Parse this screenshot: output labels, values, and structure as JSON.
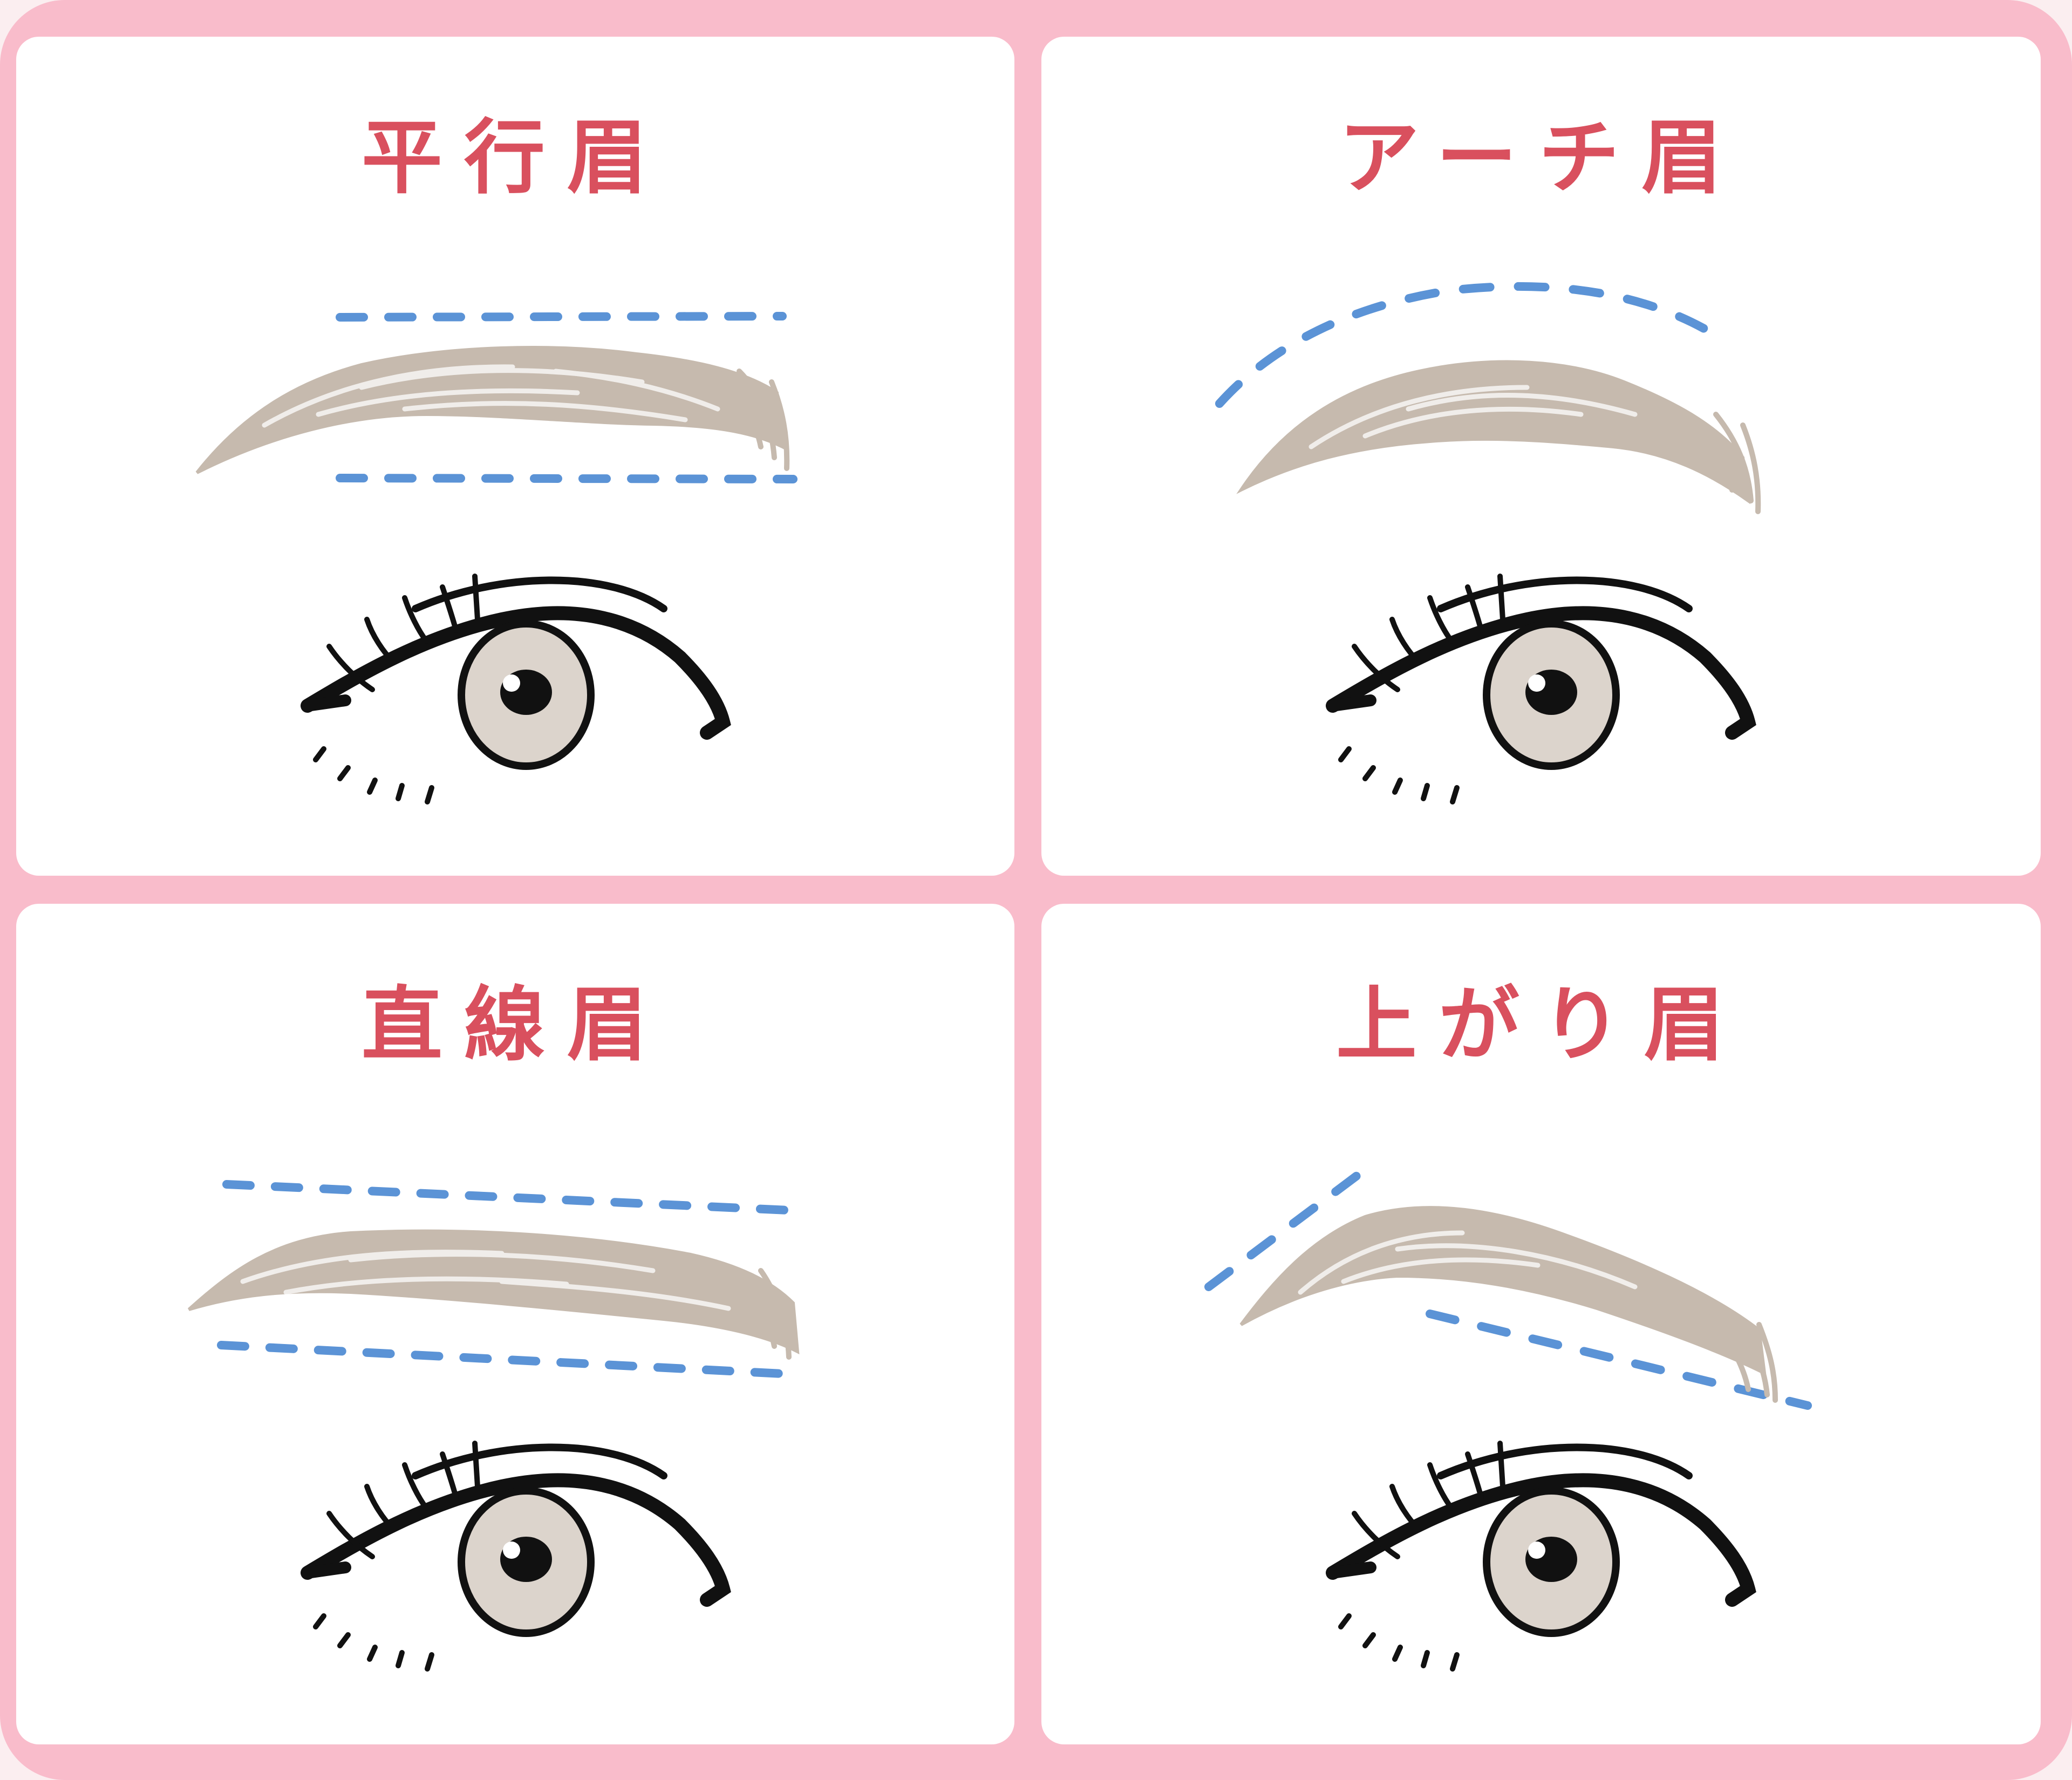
{
  "colors": {
    "frame": "#f9bccb",
    "panel": "#ffffff",
    "title": "#d9505e",
    "brow": "#c6baae",
    "guide": "#5b93d6",
    "eyeline": "#111111",
    "iris": "#dcd4cc"
  },
  "panels": [
    {
      "id": "parallel",
      "title": "平行眉",
      "guide_style": "two horizontal dashed parallel lines above and below brow"
    },
    {
      "id": "arch",
      "title": "アーチ眉",
      "guide_style": "curved dashed arc above brow"
    },
    {
      "id": "straight",
      "title": "直線眉",
      "guide_style": "two slightly descending dashed straight lines above and below brow"
    },
    {
      "id": "upturned",
      "title": "上がり眉",
      "guide_style": "rising dashed line at brow head and descending dashed line under brow tail"
    }
  ]
}
